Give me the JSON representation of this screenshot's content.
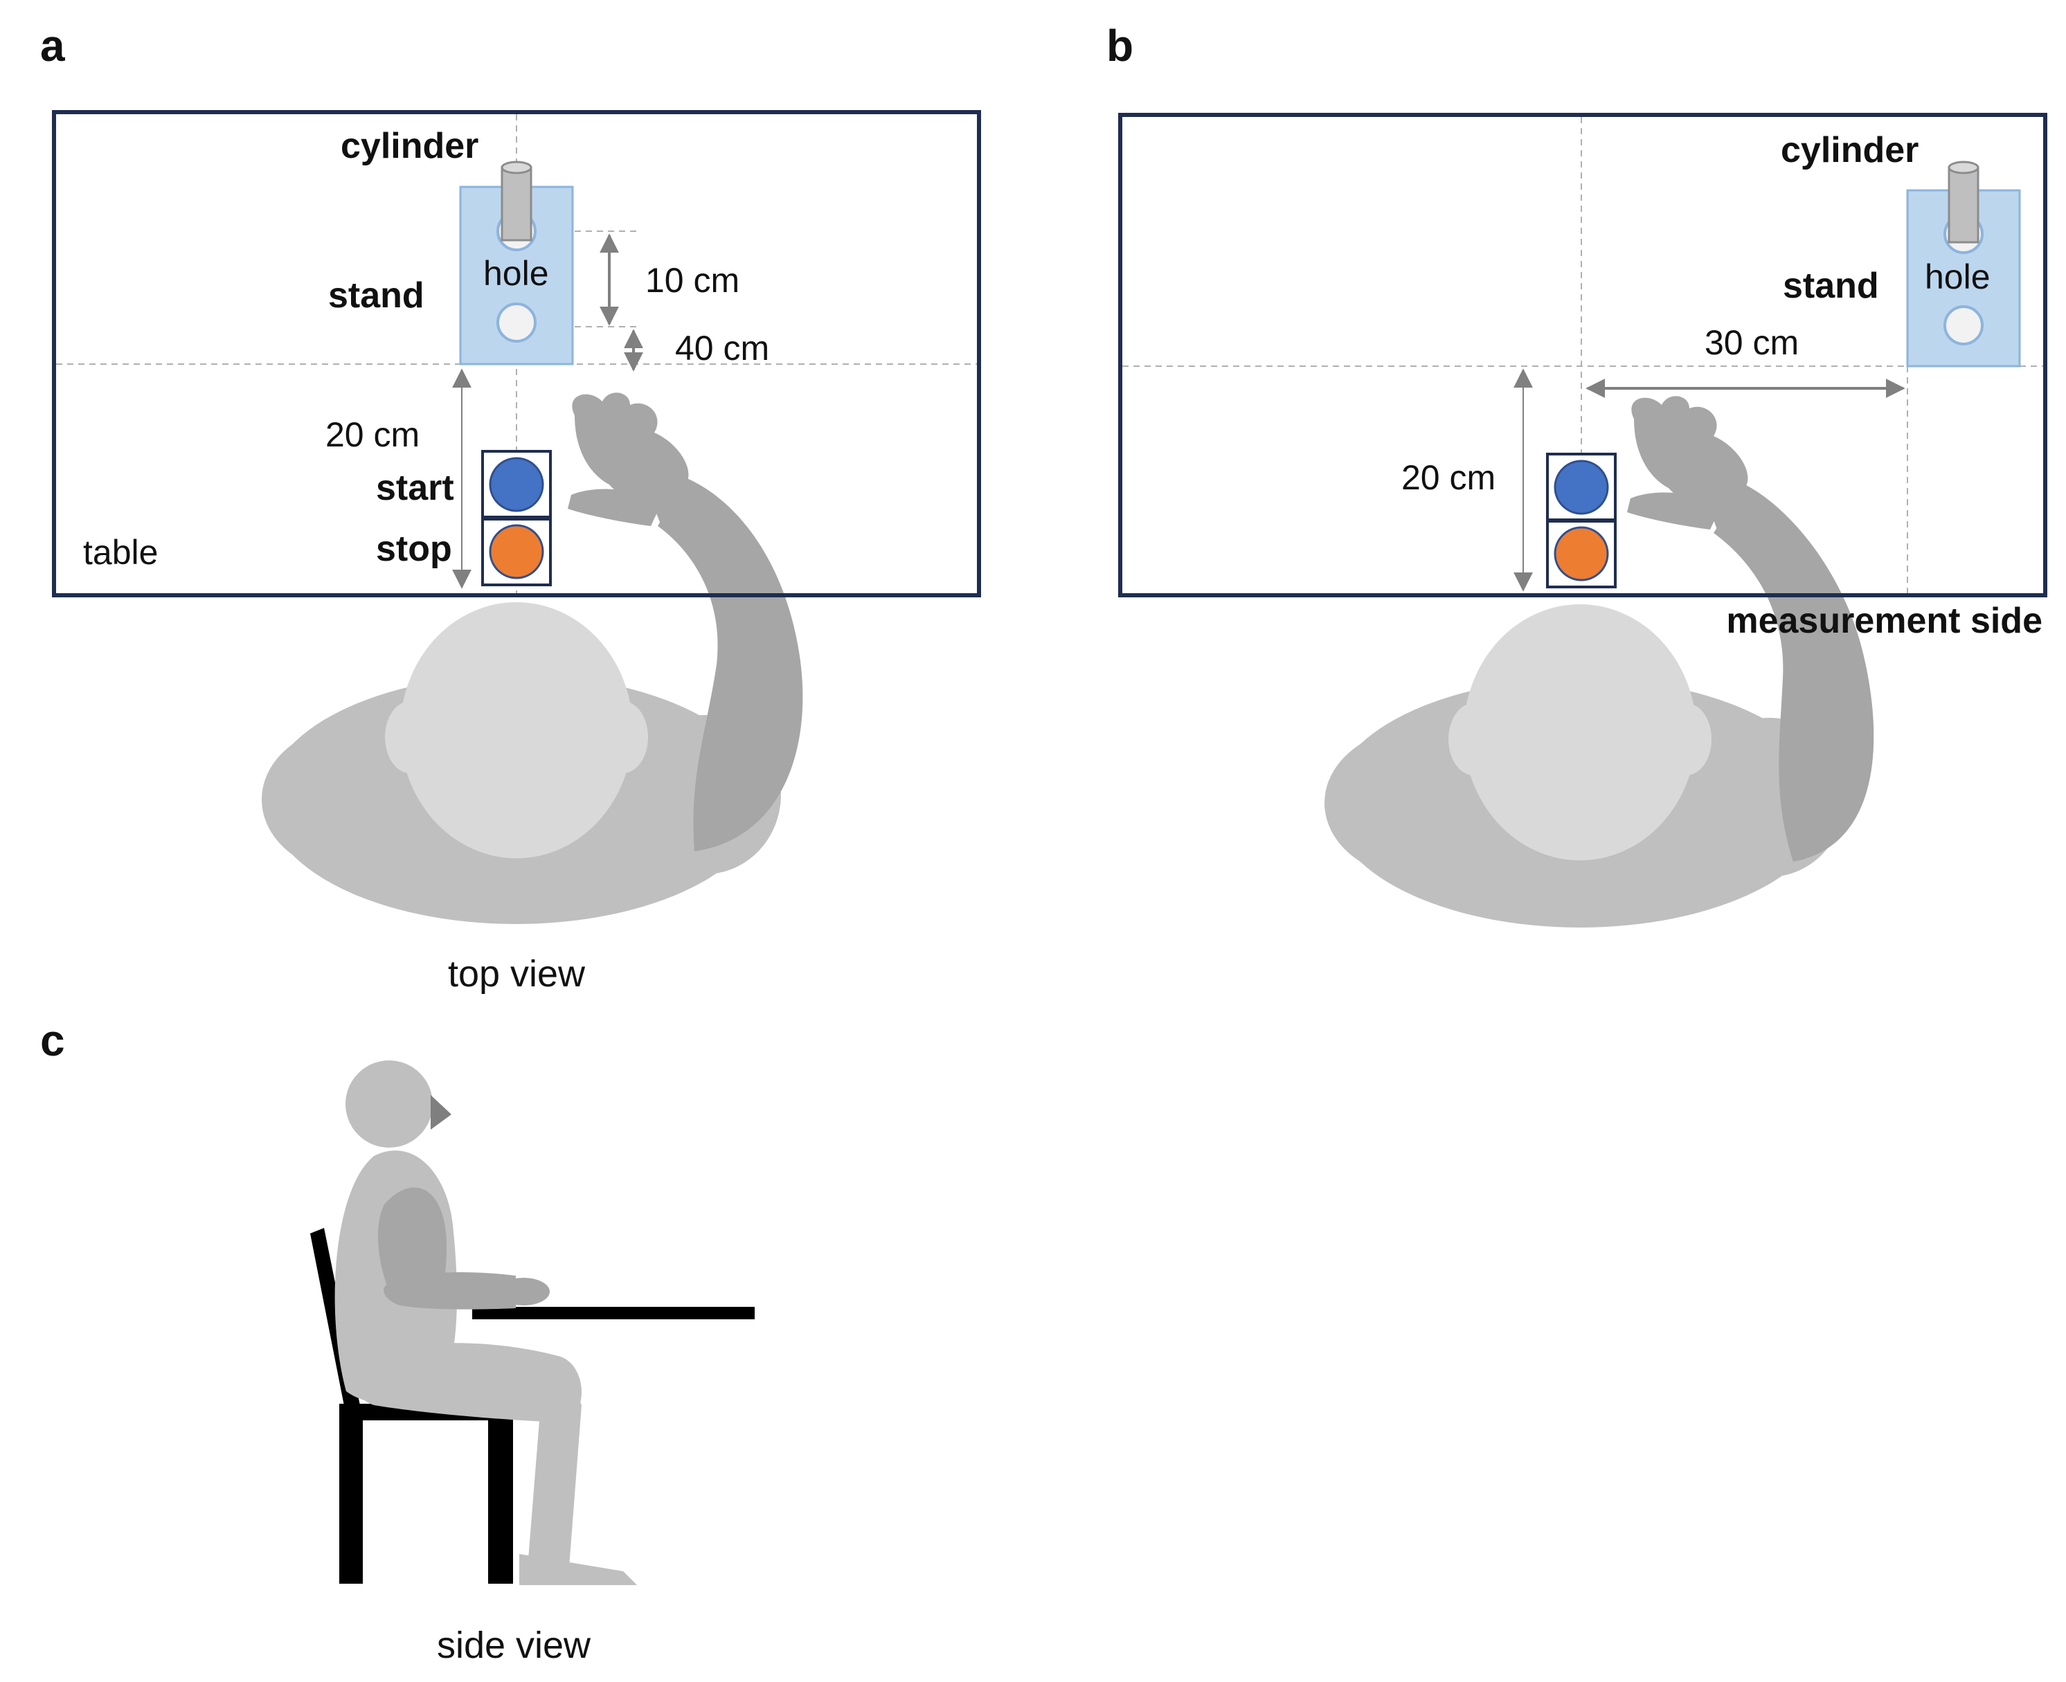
{
  "panels": {
    "a": {
      "letter": "a",
      "cylinder": "cylinder",
      "stand": "stand",
      "hole": "hole",
      "dist_hole": "10 cm",
      "dist_table": "40 cm",
      "dist_start": "20 cm",
      "start": "start",
      "stop": "stop",
      "table": "table",
      "caption": "top view"
    },
    "b": {
      "letter": "b",
      "cylinder": "cylinder",
      "stand": "stand",
      "hole": "hole",
      "dist_lateral": "30 cm",
      "dist_start": "20 cm",
      "measurement_side": "measurement side"
    },
    "c": {
      "letter": "c",
      "caption": "side view"
    }
  },
  "colors": {
    "frame": "#1f2d4f",
    "stand": "#bcd6ee",
    "stand_border": "#8db4dd",
    "start_button": "#4472c4",
    "stop_button": "#ed7d31",
    "body_light": "#d9d9d9",
    "body_mid": "#bfbfbf",
    "body_dark": "#a6a6a6",
    "arrow": "#808080"
  }
}
